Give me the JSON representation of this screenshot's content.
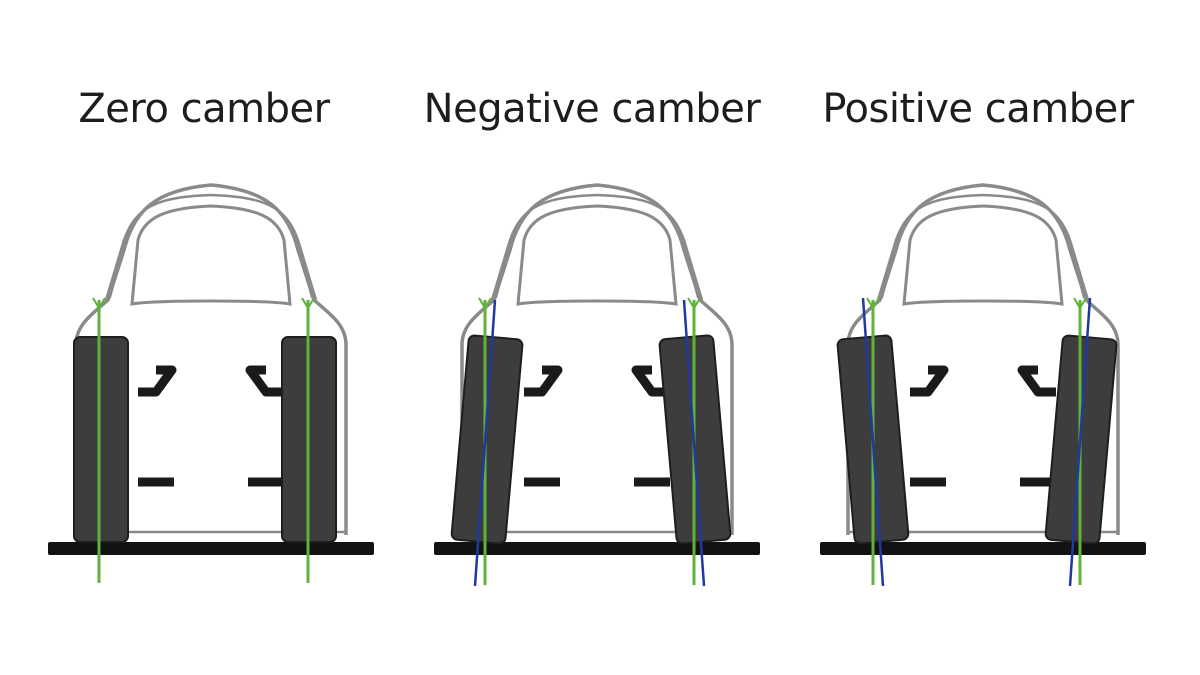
{
  "panels": [
    {
      "title": "Zero camber"
    },
    {
      "title": "Negative camber"
    },
    {
      "title": "Positive camber"
    }
  ],
  "colors": {
    "body_outline": "#8a8a8a",
    "body_fill": "#ffffff",
    "tyre": "#3d3d3d",
    "tyre_outline": "#1e1e1e",
    "ground": "#121212",
    "suspension": "#1a1a1a",
    "vertical_axis": "#5fb23a",
    "wheel_axis": "#1f3a9e"
  },
  "camber_degrees": {
    "zero": 0,
    "negative": 5,
    "positive": -5
  }
}
